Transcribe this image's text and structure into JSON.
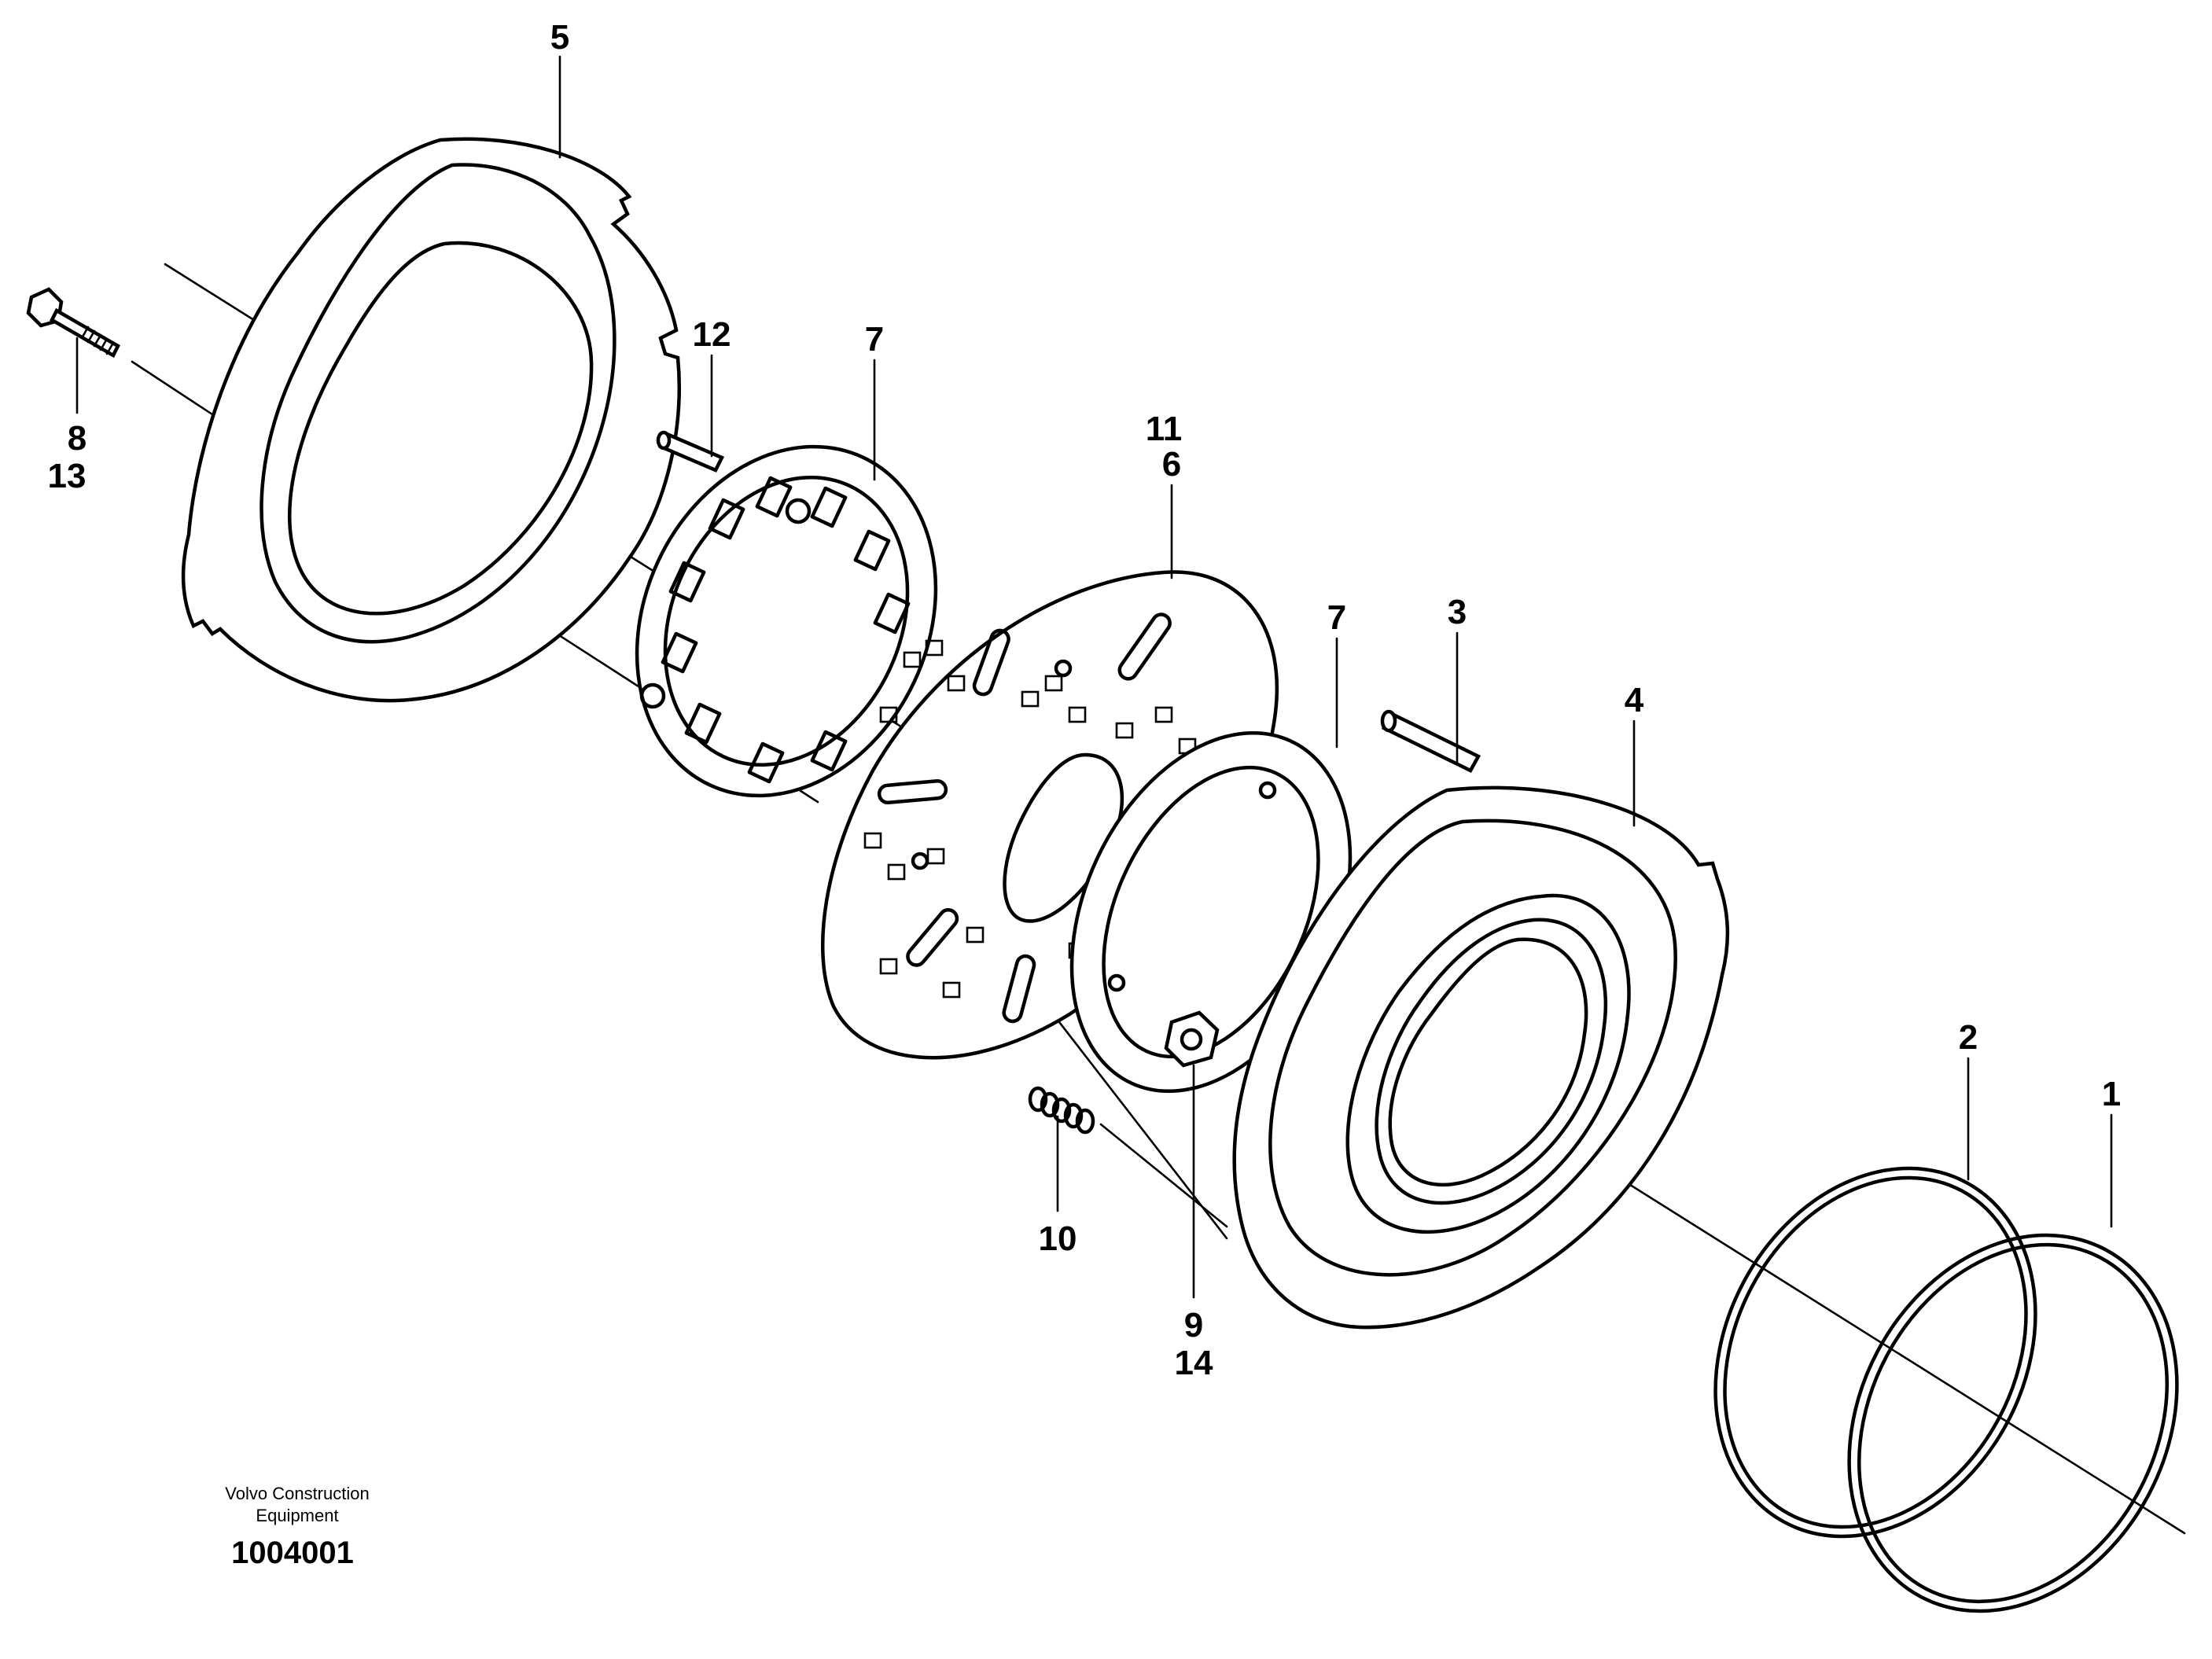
{
  "callouts": {
    "c1": "1",
    "c2": "2",
    "c3": "3",
    "c4": "4",
    "c5": "5",
    "c6": "6",
    "c7a": "7",
    "c7b": "7",
    "c8": "8",
    "c9": "9",
    "c10": "10",
    "c11": "11",
    "c12": "12",
    "c13": "13",
    "c14": "14"
  },
  "footer": {
    "maker_line1": "Volvo Construction",
    "maker_line2": "Equipment",
    "drawing_number": "1004001"
  },
  "colors": {
    "ink": "#000000",
    "paper": "#ffffff"
  }
}
